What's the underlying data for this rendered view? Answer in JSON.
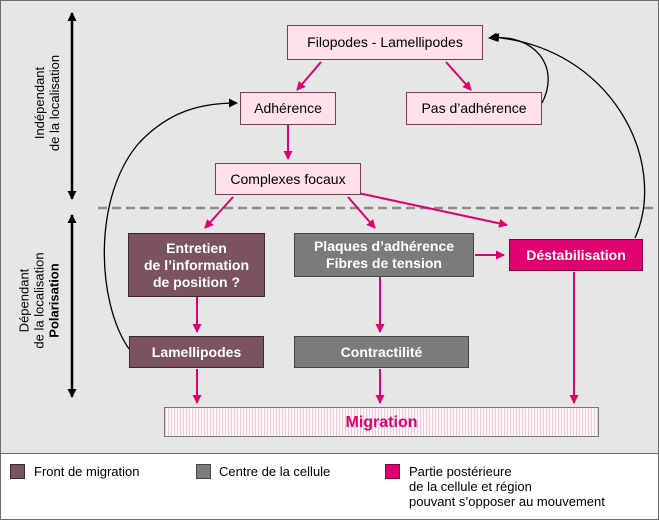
{
  "boxes": {
    "filopodes": "Filopodes - Lamellipodes",
    "adherence": "Adhérence",
    "pas_adherence": "Pas d’adhérence",
    "complexes_focaux": "Complexes focaux",
    "entretien": [
      "Entretien",
      "de l’information",
      "de position ?"
    ],
    "plaques": [
      "Plaques d’adhérence",
      "Fibres de tension"
    ],
    "destabilisation": "Déstabilisation",
    "lamellipodes": "Lamellipodes",
    "contractilite": "Contractilité",
    "migration": "Migration"
  },
  "side_labels": {
    "independant": [
      "Indépendant",
      "de la localisation"
    ],
    "dependant": [
      "Dépendant",
      "de la localisation"
    ],
    "polarisation": "Polarisation"
  },
  "legend": {
    "front": "Front de migration",
    "centre": "Centre de la cellule",
    "rear": [
      "Partie postérieure",
      "de la cellule et région",
      "pouvant s’opposer au mouvement"
    ]
  },
  "colors": {
    "arrow": "#e0006e",
    "front": "#7b5261",
    "centre": "#7b7b7b",
    "rear": "#e0006e",
    "pale_pink": "#fde0ea"
  }
}
